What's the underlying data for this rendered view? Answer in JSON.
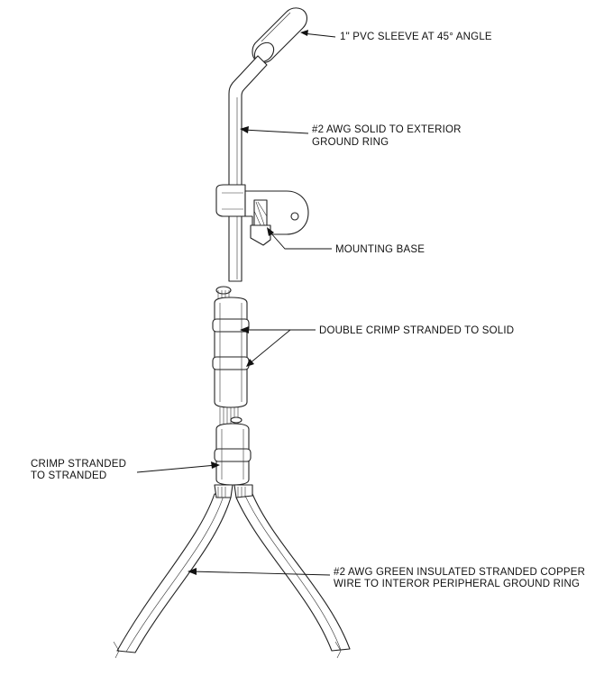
{
  "labels": {
    "pvc_sleeve": "1\" PVC SLEEVE AT 45° ANGLE",
    "solid_wire_line1": "#2 AWG SOLID TO EXTERIOR",
    "solid_wire_line2": "GROUND RING",
    "mounting_base": "MOUNTING BASE",
    "double_crimp": "DOUBLE CRIMP STRANDED TO SOLID",
    "crimp_stranded_line1": "CRIMP STRANDED",
    "crimp_stranded_line2": "TO STRANDED",
    "green_wire_line1": "#2 AWG GREEN INSULATED STRANDED COPPER",
    "green_wire_line2": "WIRE TO INTEROR PERIPHERAL GROUND RING"
  }
}
